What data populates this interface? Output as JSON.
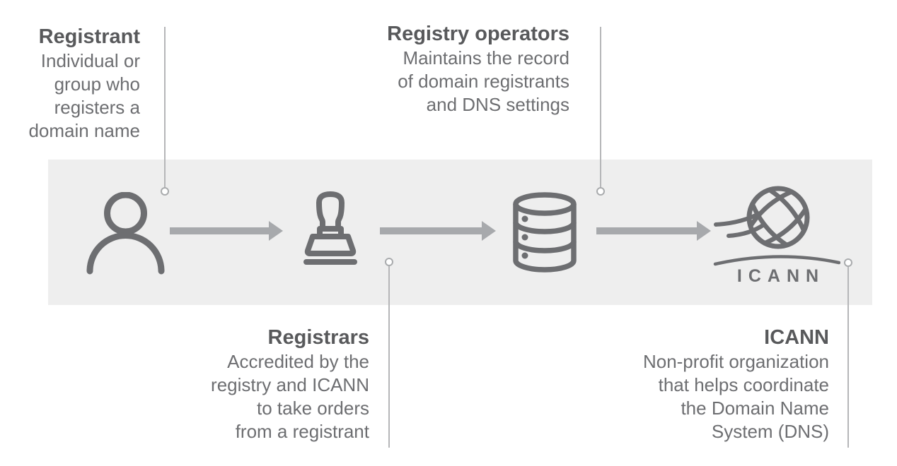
{
  "labels": [
    {
      "id": "registrant",
      "title": "Registrant",
      "description": "Individual or\ngroup who\nregisters a\ndomain name"
    },
    {
      "id": "registry-operators",
      "title": "Registry operators",
      "description": "Maintains the record\nof domain registrants\nand DNS settings"
    },
    {
      "id": "registrars",
      "title": "Registrars",
      "description": "Accredited by the\nregistry and ICANN\nto take orders\nfrom a registrant"
    },
    {
      "id": "icann",
      "title": "ICANN",
      "description": "Non-profit organization\nthat helps coordinate\nthe Domain Name\nSystem (DNS)"
    }
  ],
  "flow": {
    "icons": [
      {
        "name": "person-icon"
      },
      {
        "name": "rubber-stamp-icon"
      },
      {
        "name": "database-icon"
      },
      {
        "name": "icann-logo"
      }
    ],
    "arrow_count": 3
  },
  "icann_logo_text": "ICANN",
  "colors": {
    "band_background": "#eeeeee",
    "icon_gray": "#6d6e71",
    "arrow_gray": "#a7a9ac",
    "heading_text": "#58595b",
    "body_text": "#6d6e71",
    "leader_line": "#b5b6b8"
  }
}
